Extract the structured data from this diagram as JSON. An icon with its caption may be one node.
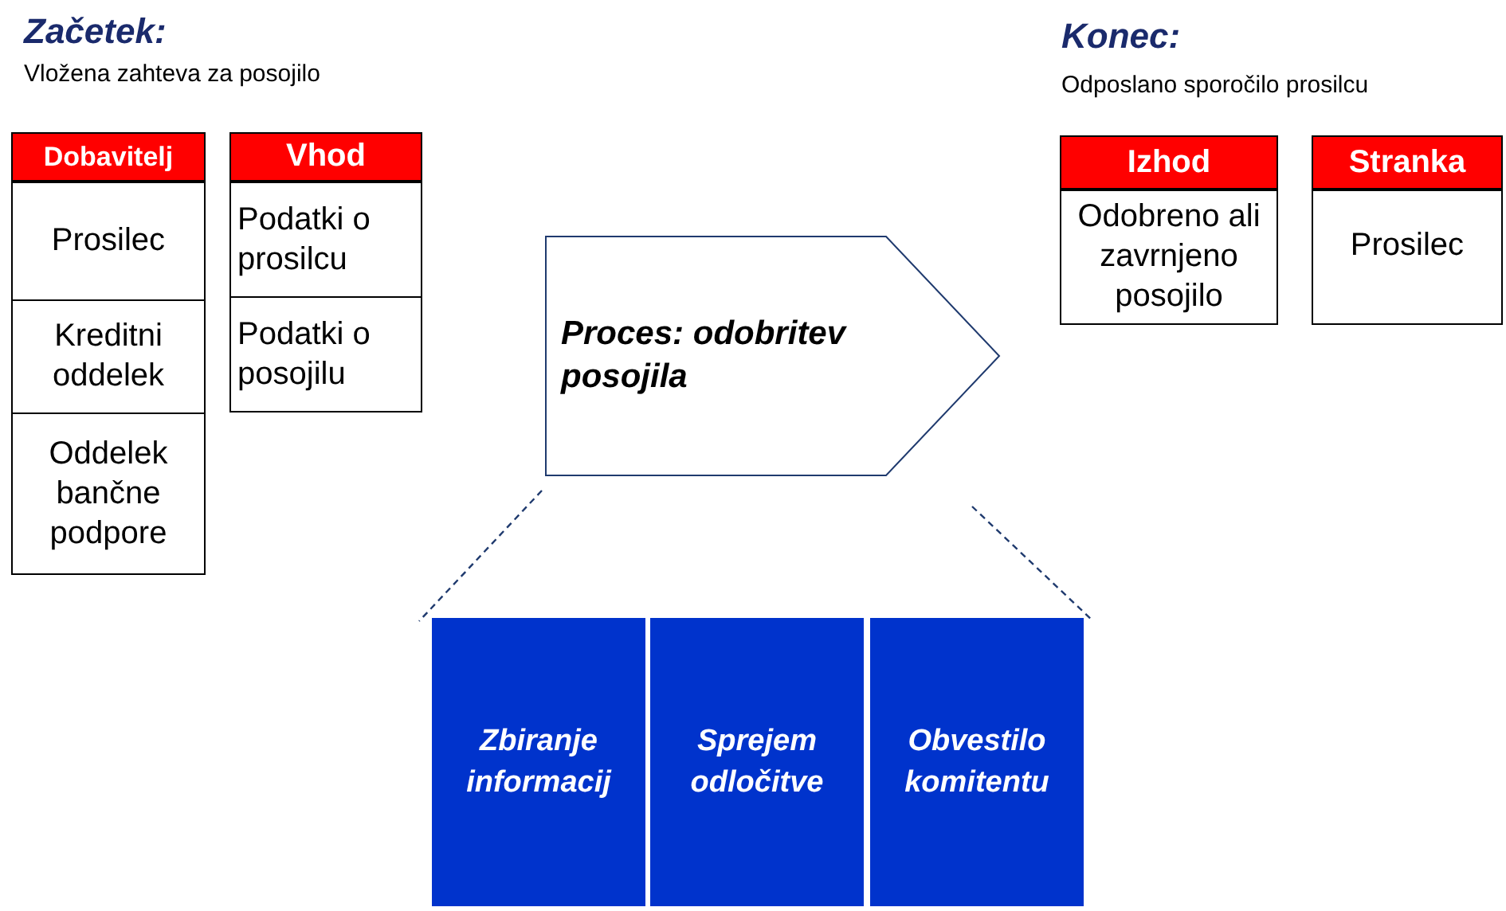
{
  "diagram": {
    "nodes": [
      {
        "text": [
          "Dobavitelj"
        ]
      },
      {
        "text": [
          "Prosilec"
        ],
        "in": 0
      },
      {
        "text": [
          "Kreditni oddelek"
        ],
        "in": 0
      },
      {
        "text": [
          "Oddelek bančne podpore"
        ],
        "in": 0
      },
      {
        "text": [
          "Vhod"
        ]
      },
      {
        "text": [
          "Podatki o prosilcu"
        ],
        "in": 4
      },
      {
        "text": [
          "Podatki o posojilu"
        ],
        "in": 4
      },
      {
        "text": [
          "Proces: odobritev posojila"
        ]
      },
      {
        "text": [
          "Izhod"
        ]
      },
      {
        "text": [
          "Odobreno ali zavrnjeno posojilo"
        ],
        "in": 8
      },
      {
        "text": [
          "Stranka"
        ]
      },
      {
        "text": [
          "Prosilec"
        ],
        "in": 10
      },
      {
        "text": [
          "Zbiranje informacij"
        ]
      },
      {
        "text": [
          "Sprejem odločitve"
        ]
      },
      {
        "text": [
          "Obvestilo komitentu"
        ]
      }
    ],
    "edges": [
      {
        "from": 7,
        "to": 12,
        "arrow": "none",
        "style": "dashed"
      },
      {
        "from": 7,
        "to": 14,
        "arrow": "none",
        "style": "dashed"
      }
    ],
    "labels": [
      "Začetek:",
      "Vložena zahteva za posojilo",
      "Konec:",
      "Odposlano sporočilo prosilcu"
    ]
  }
}
